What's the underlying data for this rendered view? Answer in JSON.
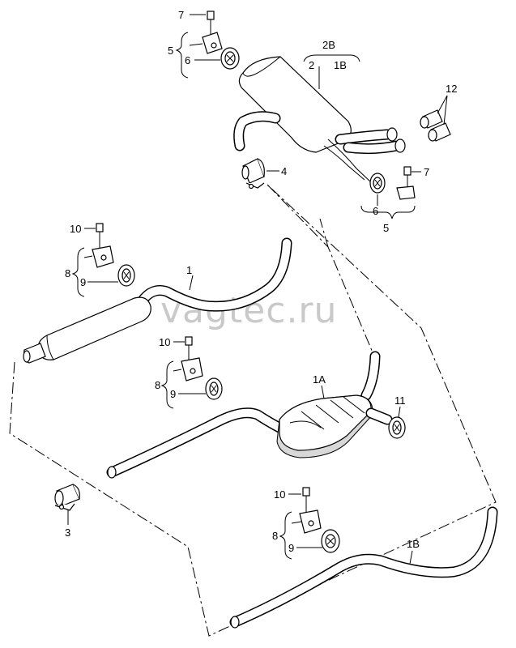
{
  "watermark": "vagtec.ru",
  "callouts": {
    "n1": "1",
    "n1a": "1A",
    "n1b": "1B",
    "n2": "2",
    "n2b": "2B",
    "n1b_top": "1B",
    "n3": "3",
    "n4": "4",
    "n5_top": "5",
    "n5_right": "5",
    "n6_top": "6",
    "n6_right": "6",
    "n7_top": "7",
    "n7_right": "7",
    "n8_a": "8",
    "n8_b": "8",
    "n8_c": "8",
    "n9_a": "9",
    "n9_b": "9",
    "n9_c": "9",
    "n10_a": "10",
    "n10_b": "10",
    "n10_c": "10",
    "n11": "11",
    "n12": "12"
  }
}
